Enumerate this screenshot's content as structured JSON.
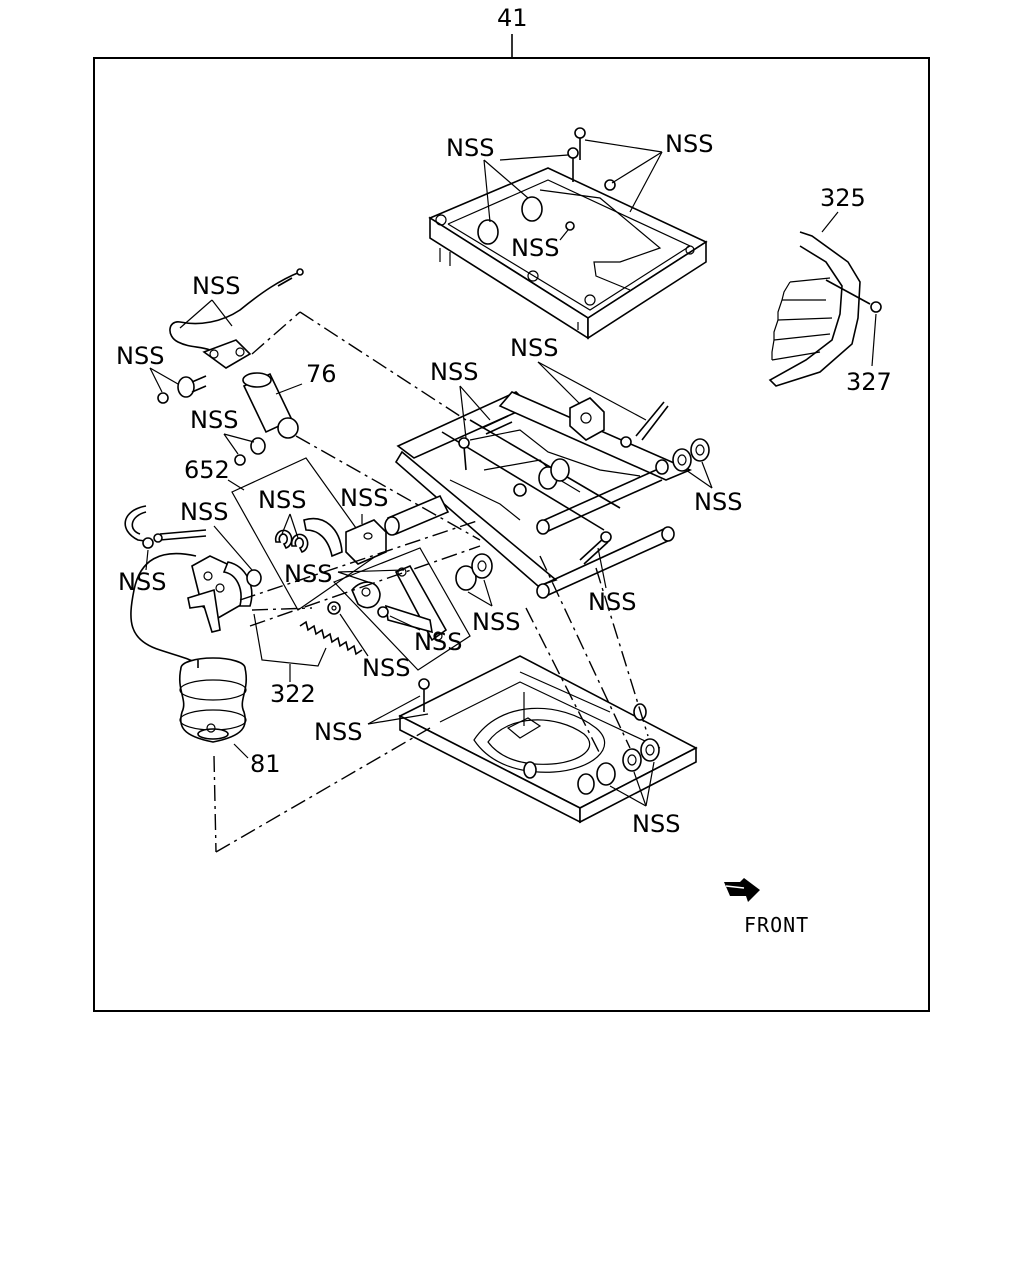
{
  "diagram": {
    "assembly_number": "41",
    "front_label": "FRONT",
    "labels": {
      "nss_top_left": "NSS",
      "nss_top_right": "NSS",
      "nss_top_center": "NSS",
      "p325": "325",
      "p327": "327",
      "nss_cable_top": "NSS",
      "nss_left_bolt": "NSS",
      "p76": "76",
      "nss_frame_mid": "NSS",
      "nss_frame_bolt": "NSS",
      "nss_nut_small": "NSS",
      "p652": "652",
      "nss_clip_a": "NSS",
      "nss_clip_b": "NSS",
      "nss_hose_top": "NSS",
      "nss_hose_bottom": "NSS",
      "nss_right_roller": "NSS",
      "nss_link": "NSS",
      "nss_link_lower": "NSS",
      "nss_spring": "NSS",
      "nss_bushing": "NSS",
      "nss_pin_right": "NSS",
      "p322": "322",
      "nss_base_left": "NSS",
      "p81": "81",
      "nss_base_right": "NSS"
    }
  }
}
